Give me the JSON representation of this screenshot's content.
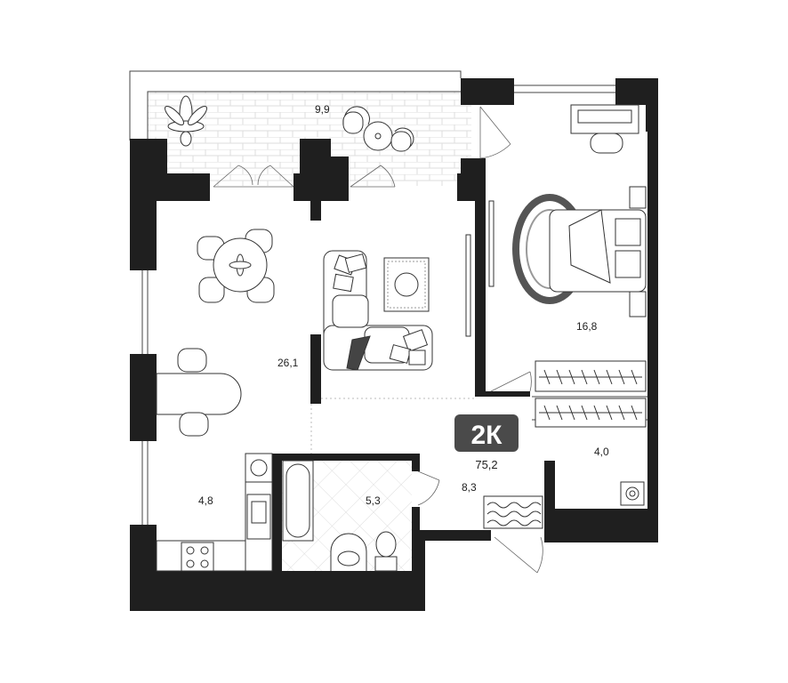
{
  "plan": {
    "badge": "2К",
    "total_area": "75,2",
    "rooms": {
      "balcony": "9,9",
      "living": "26,1",
      "kitchen": "4,8",
      "bathroom": "5,3",
      "hall": "8,3",
      "bedroom": "16,8",
      "wardrobe": "4,0"
    }
  },
  "colors": {
    "walls": "#1f1f1f",
    "badge_bg": "#4a4a4a",
    "outline": "#444444"
  }
}
